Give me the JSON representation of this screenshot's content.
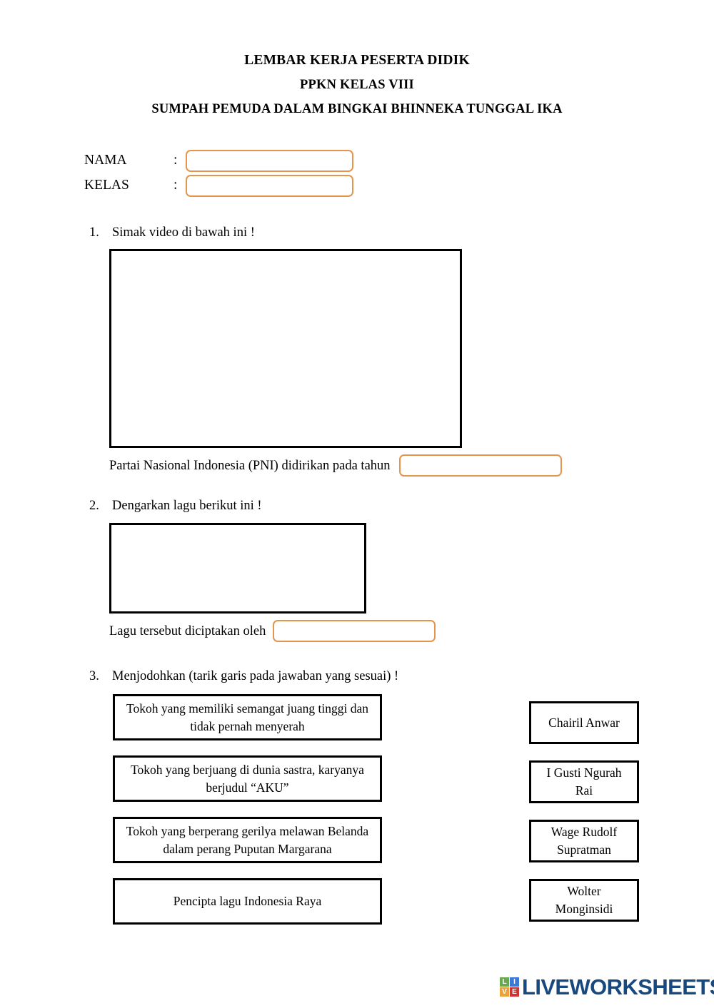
{
  "header": {
    "line1": "LEMBAR KERJA PESERTA DIDIK",
    "line2": "PPKN KELAS VIII",
    "line3": "SUMPAH PEMUDA DALAM BINGKAI BHINNEKA TUNGGAL IKA"
  },
  "identity": {
    "colon": ":",
    "fields": [
      {
        "label": "NAMA",
        "value": "",
        "placeholder": ""
      },
      {
        "label": "KELAS",
        "value": "",
        "placeholder": ""
      }
    ]
  },
  "questions": [
    {
      "number": "1.",
      "text": "Simak video di bawah ini !",
      "media": "video-placeholder",
      "answer_label": "Partai Nasional Indonesia (PNI) didirikan pada tahun",
      "answer_value": "",
      "answer_placeholder": ""
    },
    {
      "number": "2.",
      "text": "Dengarkan lagu berikut ini !",
      "media": "audio-placeholder",
      "answer_label": "Lagu tersebut diciptakan oleh",
      "answer_value": "",
      "answer_placeholder": ""
    },
    {
      "number": "3.",
      "text": "Menjodohkan (tarik garis pada jawaban yang sesuai) !"
    }
  ],
  "matching": {
    "prompts": [
      "Tokoh yang memiliki semangat juang tinggi dan tidak pernah menyerah",
      "Tokoh yang berjuang di dunia sastra, karyanya berjudul “AKU”",
      "Tokoh yang berperang gerilya melawan Belanda dalam perang Puputan Margarana",
      "Pencipta lagu Indonesia Raya"
    ],
    "answers": [
      "Chairil Anwar",
      "I Gusti Ngurah Rai",
      "Wage Rudolf Supratman",
      "Wolter Monginsidi"
    ]
  },
  "footer": {
    "brand": "LIVEWORKSHEETS",
    "logo_letters": [
      "L",
      "I",
      "V",
      "E"
    ],
    "logo_colors": [
      "#6aa84f",
      "#3c78d8",
      "#e8a33d",
      "#cc3333"
    ],
    "brand_color": "#17497f"
  },
  "colors": {
    "input_border": "#e5954b",
    "box_border": "#000000",
    "page_background": "#ffffff",
    "text": "#000000"
  }
}
